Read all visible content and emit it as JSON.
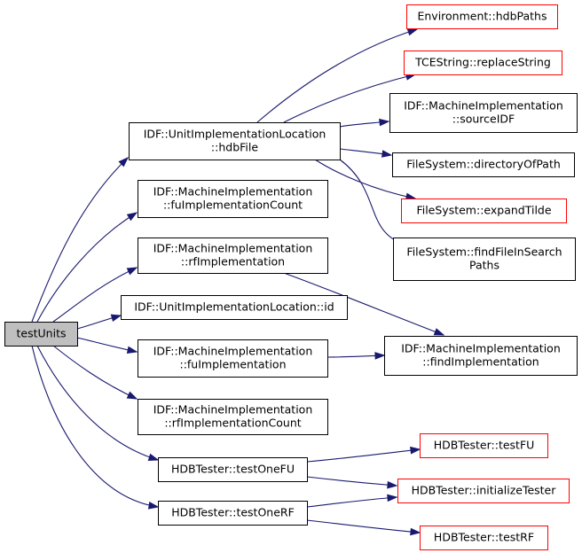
{
  "colors": {
    "edge": "#191970",
    "node_border": "#000000",
    "node_missing_border": "#ff0000",
    "root_fill": "#bfbfbf",
    "node_fill": "#ffffff"
  },
  "nodes": {
    "test_units": {
      "lines": [
        "testUnits"
      ],
      "kind": "root"
    },
    "hdb_file": {
      "lines": [
        "IDF::UnitImplementationLocation",
        "::hdbFile"
      ],
      "kind": "normal"
    },
    "fu_impl_count": {
      "lines": [
        "IDF::MachineImplementation",
        "::fuImplementationCount"
      ],
      "kind": "normal"
    },
    "rf_implementation": {
      "lines": [
        "IDF::MachineImplementation",
        "::rfImplementation"
      ],
      "kind": "normal"
    },
    "unit_loc_id": {
      "lines": [
        "IDF::UnitImplementationLocation::id"
      ],
      "kind": "normal"
    },
    "fu_implementation": {
      "lines": [
        "IDF::MachineImplementation",
        "::fuImplementation"
      ],
      "kind": "normal"
    },
    "rf_impl_count": {
      "lines": [
        "IDF::MachineImplementation",
        "::rfImplementationCount"
      ],
      "kind": "normal"
    },
    "test_one_fu": {
      "lines": [
        "HDBTester::testOneFU"
      ],
      "kind": "normal"
    },
    "test_one_rf": {
      "lines": [
        "HDBTester::testOneRF"
      ],
      "kind": "normal"
    },
    "hdb_paths": {
      "lines": [
        "Environment::hdbPaths"
      ],
      "kind": "missing"
    },
    "replace_string": {
      "lines": [
        "TCEString::replaceString"
      ],
      "kind": "missing"
    },
    "source_idf": {
      "lines": [
        "IDF::MachineImplementation",
        "::sourceIDF"
      ],
      "kind": "normal"
    },
    "directory_of_path": {
      "lines": [
        "FileSystem::directoryOfPath"
      ],
      "kind": "normal"
    },
    "expand_tilde": {
      "lines": [
        "FileSystem::expandTilde"
      ],
      "kind": "missing"
    },
    "find_file_in_search_paths": {
      "lines": [
        "FileSystem::findFileInSearch",
        "Paths"
      ],
      "kind": "normal"
    },
    "find_implementation": {
      "lines": [
        "IDF::MachineImplementation",
        "::findImplementation"
      ],
      "kind": "normal"
    },
    "test_fu": {
      "lines": [
        "HDBTester::testFU"
      ],
      "kind": "missing"
    },
    "initialize_tester": {
      "lines": [
        "HDBTester::initializeTester"
      ],
      "kind": "missing"
    },
    "test_rf": {
      "lines": [
        "HDBTester::testRF"
      ],
      "kind": "missing"
    }
  },
  "edges": [
    [
      "test_units",
      "hdb_file"
    ],
    [
      "test_units",
      "fu_impl_count"
    ],
    [
      "test_units",
      "rf_implementation"
    ],
    [
      "test_units",
      "unit_loc_id"
    ],
    [
      "test_units",
      "fu_implementation"
    ],
    [
      "test_units",
      "rf_impl_count"
    ],
    [
      "test_units",
      "test_one_fu"
    ],
    [
      "test_units",
      "test_one_rf"
    ],
    [
      "hdb_file",
      "hdb_paths"
    ],
    [
      "hdb_file",
      "replace_string"
    ],
    [
      "hdb_file",
      "source_idf"
    ],
    [
      "hdb_file",
      "directory_of_path"
    ],
    [
      "hdb_file",
      "expand_tilde"
    ],
    [
      "hdb_file",
      "find_file_in_search_paths"
    ],
    [
      "rf_implementation",
      "find_implementation"
    ],
    [
      "fu_implementation",
      "find_implementation"
    ],
    [
      "test_one_fu",
      "test_fu"
    ],
    [
      "test_one_fu",
      "initialize_tester"
    ],
    [
      "test_one_rf",
      "initialize_tester"
    ],
    [
      "test_one_rf",
      "test_rf"
    ]
  ]
}
